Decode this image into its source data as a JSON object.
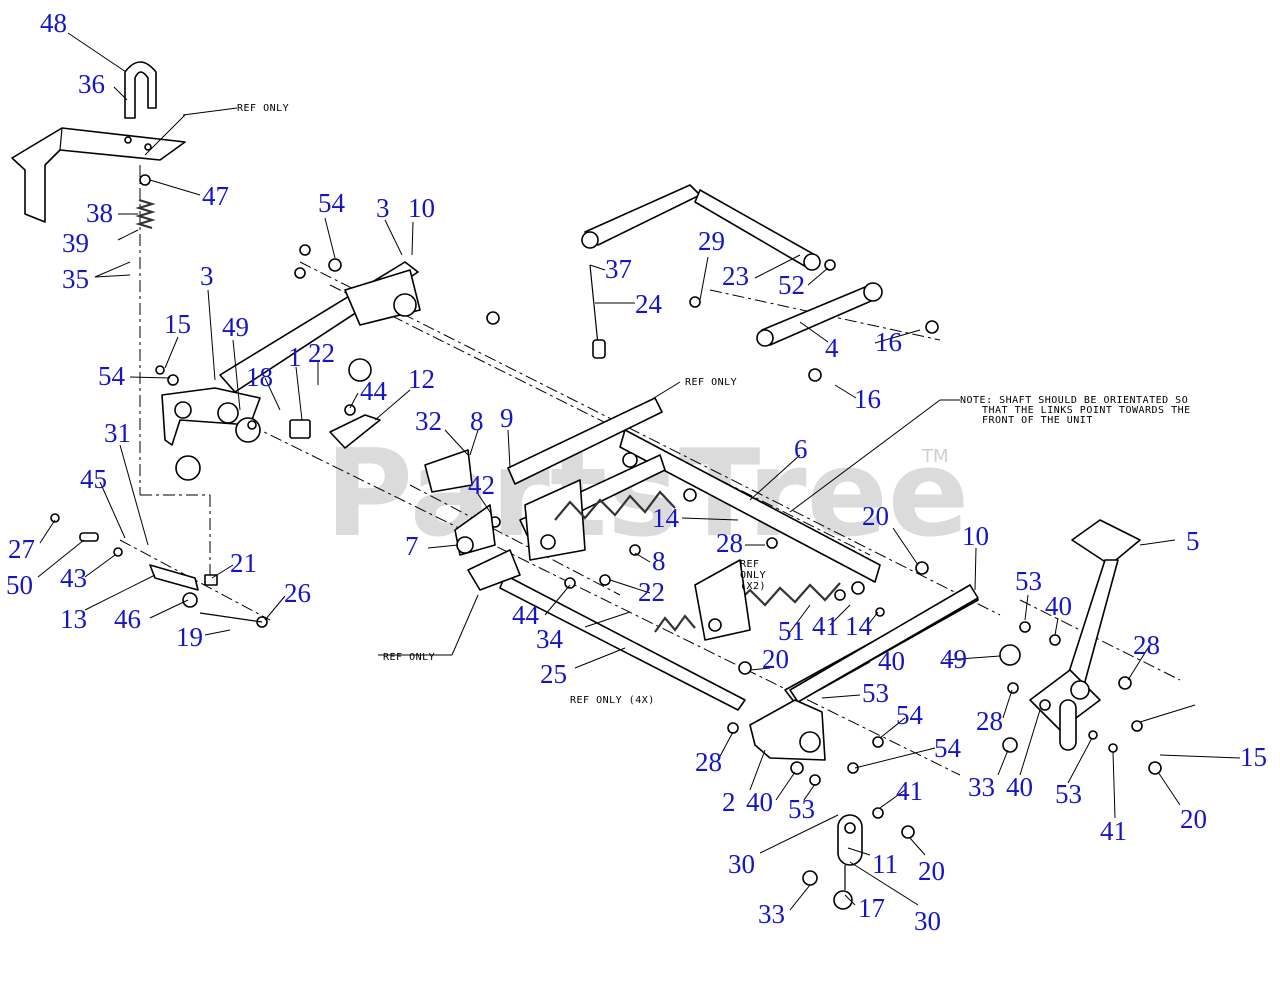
{
  "diagram": {
    "watermark": {
      "text": "PartsTree",
      "trademark": "TM"
    },
    "notes": [
      "REF ONLY",
      "REF ONLY",
      "REF ONLY",
      "REF",
      "ONLY",
      "(X2)",
      "REF ONLY (4X)",
      "NOTE: SHAFT SHOULD BE ORIENTATED SO",
      "THAT THE LINKS POINT TOWARDS THE",
      "FRONT OF THE UNIT"
    ],
    "callouts": [
      "48",
      "36",
      "47",
      "38",
      "39",
      "35",
      "54",
      "3",
      "10",
      "3",
      "15",
      "49",
      "54",
      "1",
      "18",
      "22",
      "44",
      "12",
      "31",
      "45",
      "27",
      "50",
      "43",
      "13",
      "46",
      "21",
      "26",
      "19",
      "32",
      "8",
      "9",
      "42",
      "7",
      "14",
      "8",
      "22",
      "44",
      "34",
      "25",
      "29",
      "37",
      "23",
      "52",
      "24",
      "4",
      "16",
      "16",
      "6",
      "28",
      "20",
      "10",
      "5",
      "53",
      "40",
      "49",
      "51",
      "41",
      "14",
      "20",
      "40",
      "53",
      "28",
      "28",
      "54",
      "28",
      "2",
      "40",
      "53",
      "54",
      "33",
      "40",
      "53",
      "41",
      "15",
      "20",
      "41",
      "20",
      "30",
      "11",
      "33",
      "17",
      "30"
    ]
  }
}
